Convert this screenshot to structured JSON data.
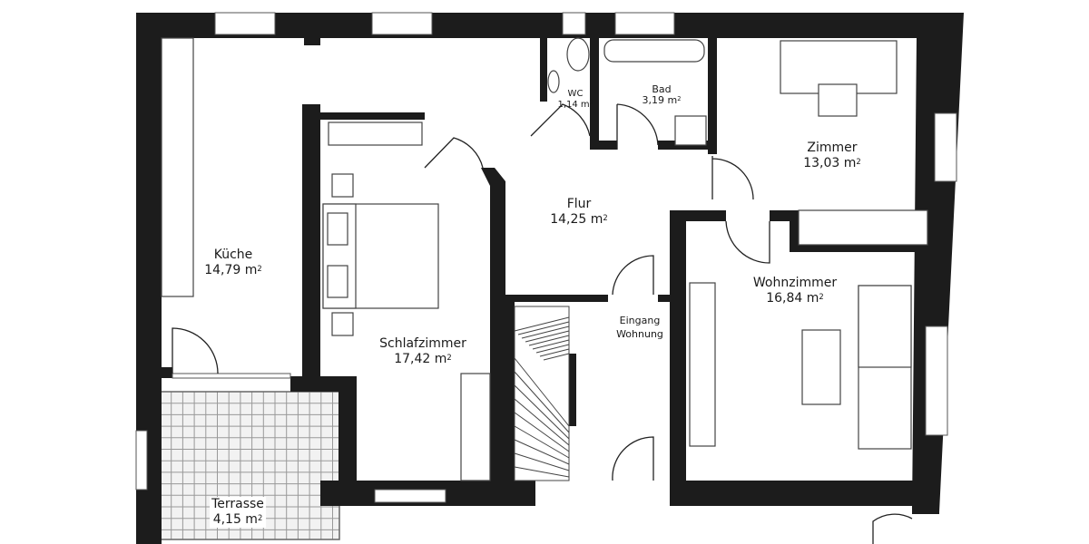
{
  "rooms": [
    {
      "name": "Küche",
      "area": "14,79 m",
      "unit_sup": "2"
    },
    {
      "name": "Schlafzimmer",
      "area": "17,42 m",
      "unit_sup": "2"
    },
    {
      "name": "Flur",
      "area": "14,25 m",
      "unit_sup": "2"
    },
    {
      "name": "WC",
      "area": "1,14 m",
      "unit_sup": "2"
    },
    {
      "name": "Bad",
      "area": "3,19 m",
      "unit_sup": "2"
    },
    {
      "name": "Zimmer",
      "area": "13,03 m",
      "unit_sup": "2"
    },
    {
      "name": "Wohnzimmer",
      "area": "16,84 m",
      "unit_sup": "2"
    },
    {
      "name": "Terrasse",
      "area": "4,15 m",
      "unit_sup": "2"
    }
  ],
  "entrance": {
    "line1": "Eingang",
    "line2": "Wohnung"
  },
  "colors": {
    "wall": "#1c1c1c",
    "background": "#ffffff"
  }
}
